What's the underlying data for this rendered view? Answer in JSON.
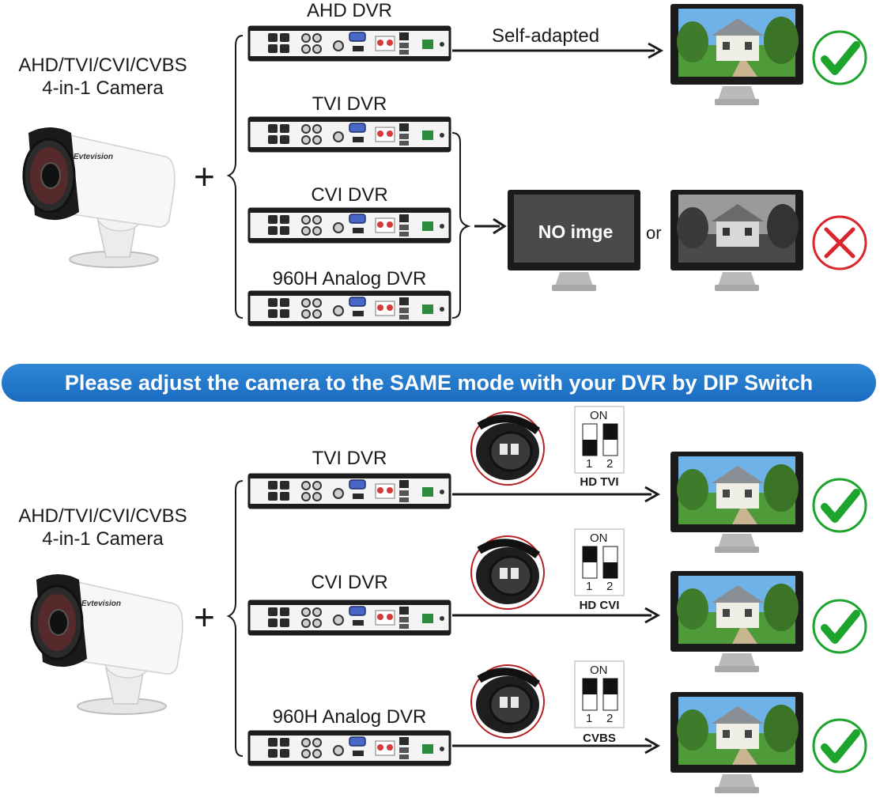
{
  "camera_label": {
    "line1": "AHD/TVI/CVI/CVBS",
    "line2": "4-in-1 Camera"
  },
  "camera_brand": "Evtevision",
  "plus_sign": "+",
  "top_section": {
    "dvrs": [
      "AHD DVR",
      "TVI DVR",
      "CVI DVR",
      "960H Analog DVR"
    ],
    "arrow_label": "Self-adapted",
    "no_image_text": "NO imge",
    "or_text": "or"
  },
  "banner_text": "Please adjust the camera to the SAME mode with your DVR by DIP Switch",
  "bottom_section": {
    "dvrs": [
      "TVI DVR",
      "CVI DVR",
      "960H Analog DVR"
    ],
    "dip_on_label": "ON",
    "dip_numbers": [
      "1",
      "2"
    ],
    "modes": [
      "HD TVI",
      "HD CVI",
      "CVBS"
    ]
  },
  "colors": {
    "banner": "#1f74c8",
    "check": "#1ca42c",
    "cross": "#d9252b"
  },
  "icons": [
    "camera-icon",
    "dvr-icon",
    "monitor-icon",
    "check-icon",
    "cross-icon",
    "dip-switch-icon",
    "connector-icon"
  ]
}
